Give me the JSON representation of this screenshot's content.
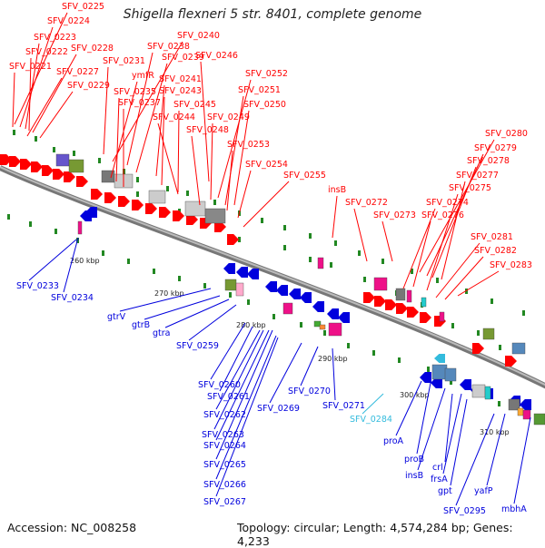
{
  "title": "Shigella flexneri 5 str. 8401, complete genome",
  "footer": {
    "accession": "Accession: NC_008258",
    "summary": "Topology: circular; Length: 4,574,284 bp; Genes: 4,233"
  },
  "colors": {
    "outer_strand_genes": "#ff0000",
    "inner_strand_genes": "#0000dd",
    "highlight_gene": "#33bbdd",
    "backbone": "#888888",
    "tick": "#228822"
  },
  "scale_labels": [
    "260 kbp",
    "270 kbp",
    "280 kbp",
    "290 kbp",
    "300 kbp",
    "310 kbp"
  ],
  "outer_labels": [
    "SFV_0225",
    "SFV_0224",
    "SFV_0223",
    "SFV_0222",
    "SFV_0228",
    "SFV_0221",
    "SFV_0227",
    "SFV_0229",
    "SFV_0231",
    "SFV_0240",
    "SFV_0238",
    "SFV_0239",
    "SFV_0246",
    "ymfR",
    "SFV_0241",
    "SFV_0235",
    "SFV_0243",
    "SFV_0237",
    "SFV_0245",
    "SFV_0244",
    "SFV_0249",
    "SFV_0248",
    "SFV_0252",
    "SFV_0251",
    "SFV_0250",
    "SFV_0253",
    "SFV_0254",
    "SFV_0255",
    "insB",
    "SFV_0272",
    "SFV_0273",
    "SFV_0280",
    "SFV_0279",
    "SFV_0278",
    "SFV_0277",
    "SFV_0275",
    "SFV_0274",
    "SFV_0276",
    "SFV_0281",
    "SFV_0282",
    "SFV_0283"
  ],
  "inner_labels": [
    "SFV_0233",
    "SFV_0234",
    "gtrV",
    "gtrB",
    "gtra",
    "SFV_0259",
    "SFV_0260",
    "SFV_0261",
    "SFV_0262",
    "SFV_0263",
    "SFV_0264",
    "SFV_0265",
    "SFV_0266",
    "SFV_0267",
    "SFV_0269",
    "SFV_0270",
    "SFV_0271",
    "SFV_0284",
    "proA",
    "proB",
    "insB",
    "crl",
    "frsA",
    "gpt",
    "SFV_0295",
    "yafP",
    "mbhA"
  ]
}
